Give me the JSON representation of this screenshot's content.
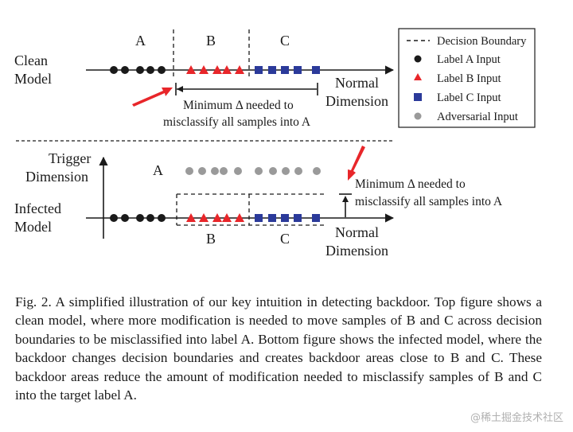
{
  "legend": {
    "boundary": "Decision Boundary",
    "label_a": "Label A Input",
    "label_b": "Label B Input",
    "label_c": "Label C Input",
    "adversarial": "Adversarial Input"
  },
  "top": {
    "model_line1": "Clean",
    "model_line2": "Model",
    "region_a": "A",
    "region_b": "B",
    "region_c": "C",
    "axis_line1": "Normal",
    "axis_line2": "Dimension",
    "delta_line1": "Minimum Δ needed to",
    "delta_line2": "misclassify all samples into A"
  },
  "bottom": {
    "trigger_line1": "Trigger",
    "trigger_line2": "Dimension",
    "model_line1": "Infected",
    "model_line2": "Model",
    "region_a": "A",
    "region_b": "B",
    "region_c": "C",
    "axis_line1": "Normal",
    "axis_line2": "Dimension",
    "delta_line1": "Minimum Δ needed to",
    "delta_line2": "misclassify all samples into A"
  },
  "colors": {
    "label_a": "#1a1a1a",
    "label_b": "#e8262a",
    "label_c": "#2b3a9a",
    "adversarial": "#9a9a9a",
    "pointer": "#e8262a"
  },
  "caption": "Fig. 2.  A simplified illustration of our key intuition in detecting backdoor. Top figure shows a clean model, where more modification is needed to move samples of B and C across decision boundaries to be misclassified into label A. Bottom figure shows the infected model, where the backdoor changes decision boundaries and creates backdoor areas close to B and C. These backdoor areas reduce the amount of modification needed to misclassify samples of B and C into the target label A.",
  "watermark": "@稀土掘金技术社区"
}
